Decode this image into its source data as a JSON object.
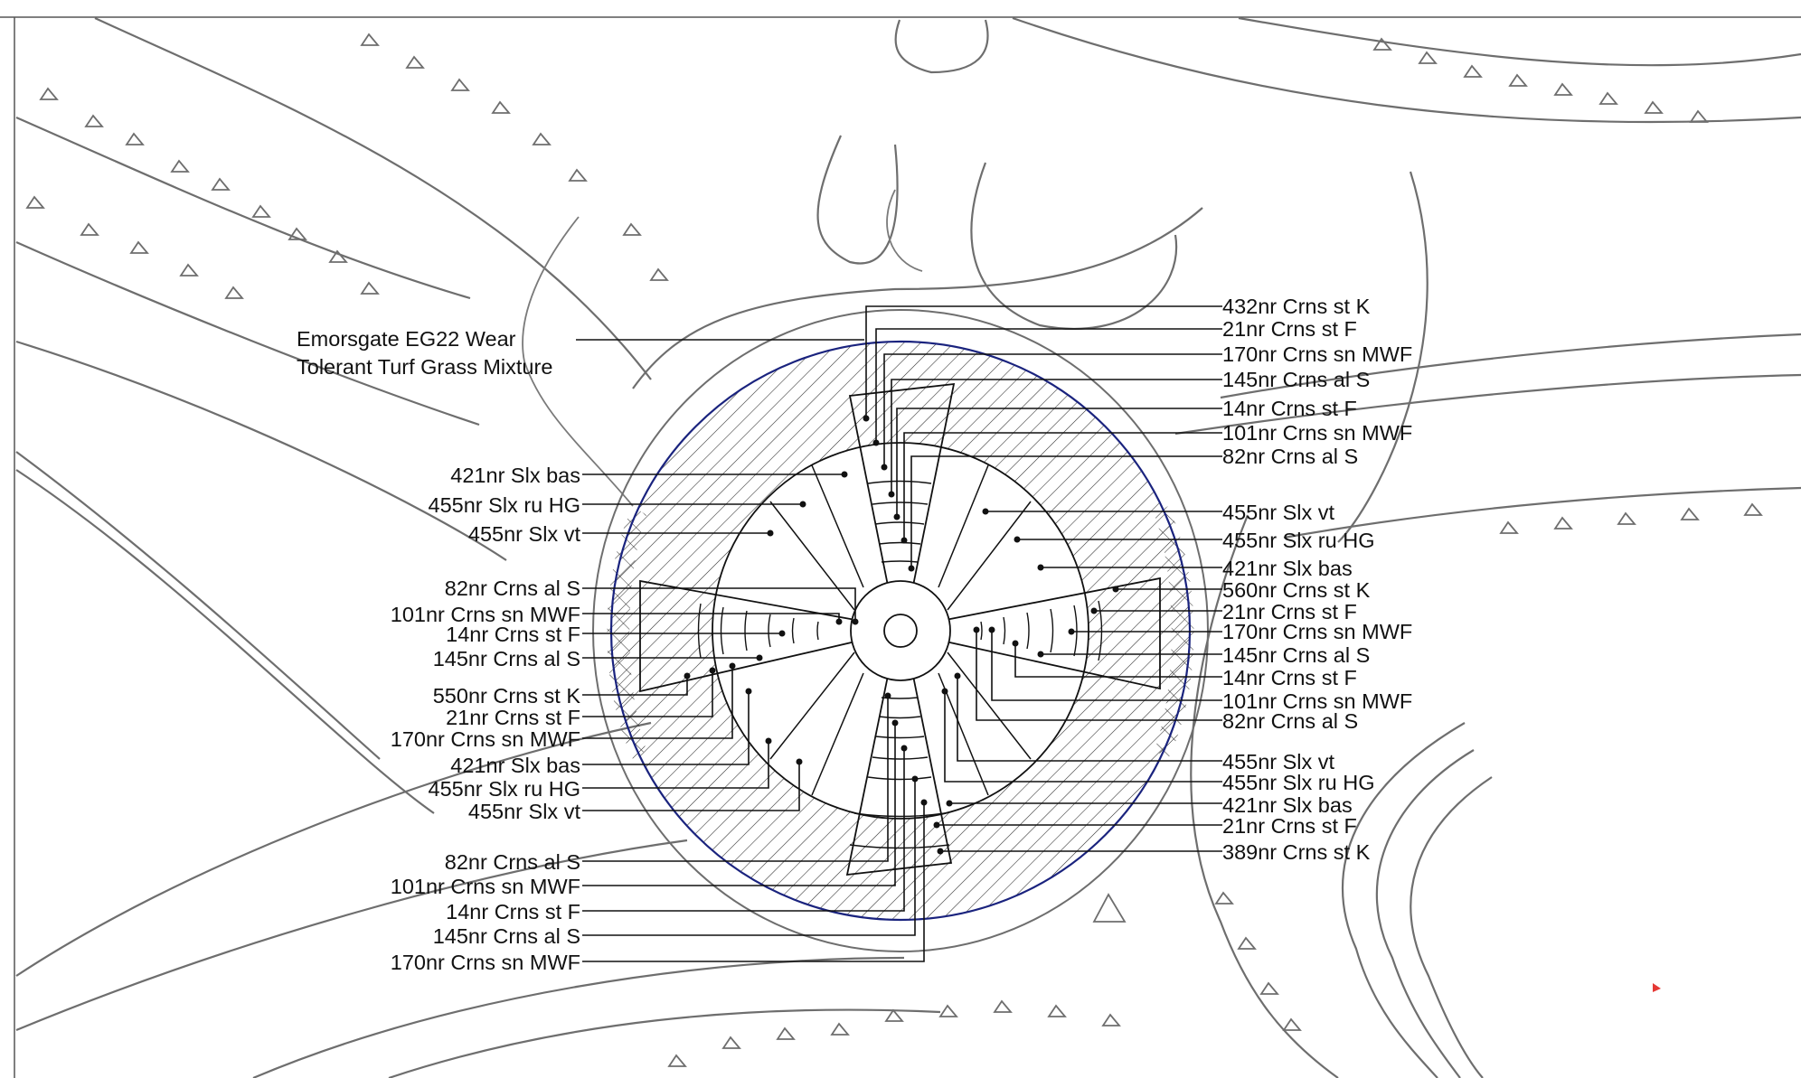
{
  "title_note": {
    "lines": [
      "Emorsgate EG22 Wear",
      "Tolerant Turf Grass Mixture"
    ]
  },
  "labels_right": [
    "432nr Crns st K",
    "21nr Crns st F",
    "170nr Crns sn MWF",
    "145nr Crns al S",
    "14nr Crns st F",
    "101nr Crns sn MWF",
    "82nr Crns al S",
    "455nr Slx vt",
    "455nr Slx ru HG",
    "421nr Slx bas",
    "560nr Crns st K",
    "21nr Crns st F",
    "170nr Crns sn MWF",
    "145nr Crns al S",
    "14nr Crns st F",
    "101nr Crns sn MWF",
    "82nr Crns al S",
    "455nr Slx vt",
    "455nr Slx ru HG",
    "421nr Slx bas",
    "21nr Crns st F",
    "389nr Crns st K"
  ],
  "labels_left": [
    "421nr Slx bas",
    "455nr Slx ru HG",
    "455nr Slx vt",
    "82nr Crns al S",
    "101nr Crns sn MWF",
    "14nr Crns st F",
    "145nr Crns al S",
    "550nr Crns st K",
    "21nr Crns st F",
    "170nr Crns sn MWF",
    "421nr Slx bas",
    "455nr Slx ru HG",
    "455nr Slx vt",
    "82nr Crns al S",
    "101nr Crns sn MWF",
    "14nr Crns st F",
    "145nr Crns al S",
    "170nr Crns sn MWF"
  ],
  "colors": {
    "roundabout_outline": "#1a237e",
    "linework": "#6e6e6e",
    "text": "#111111",
    "marker": "#e53935"
  }
}
